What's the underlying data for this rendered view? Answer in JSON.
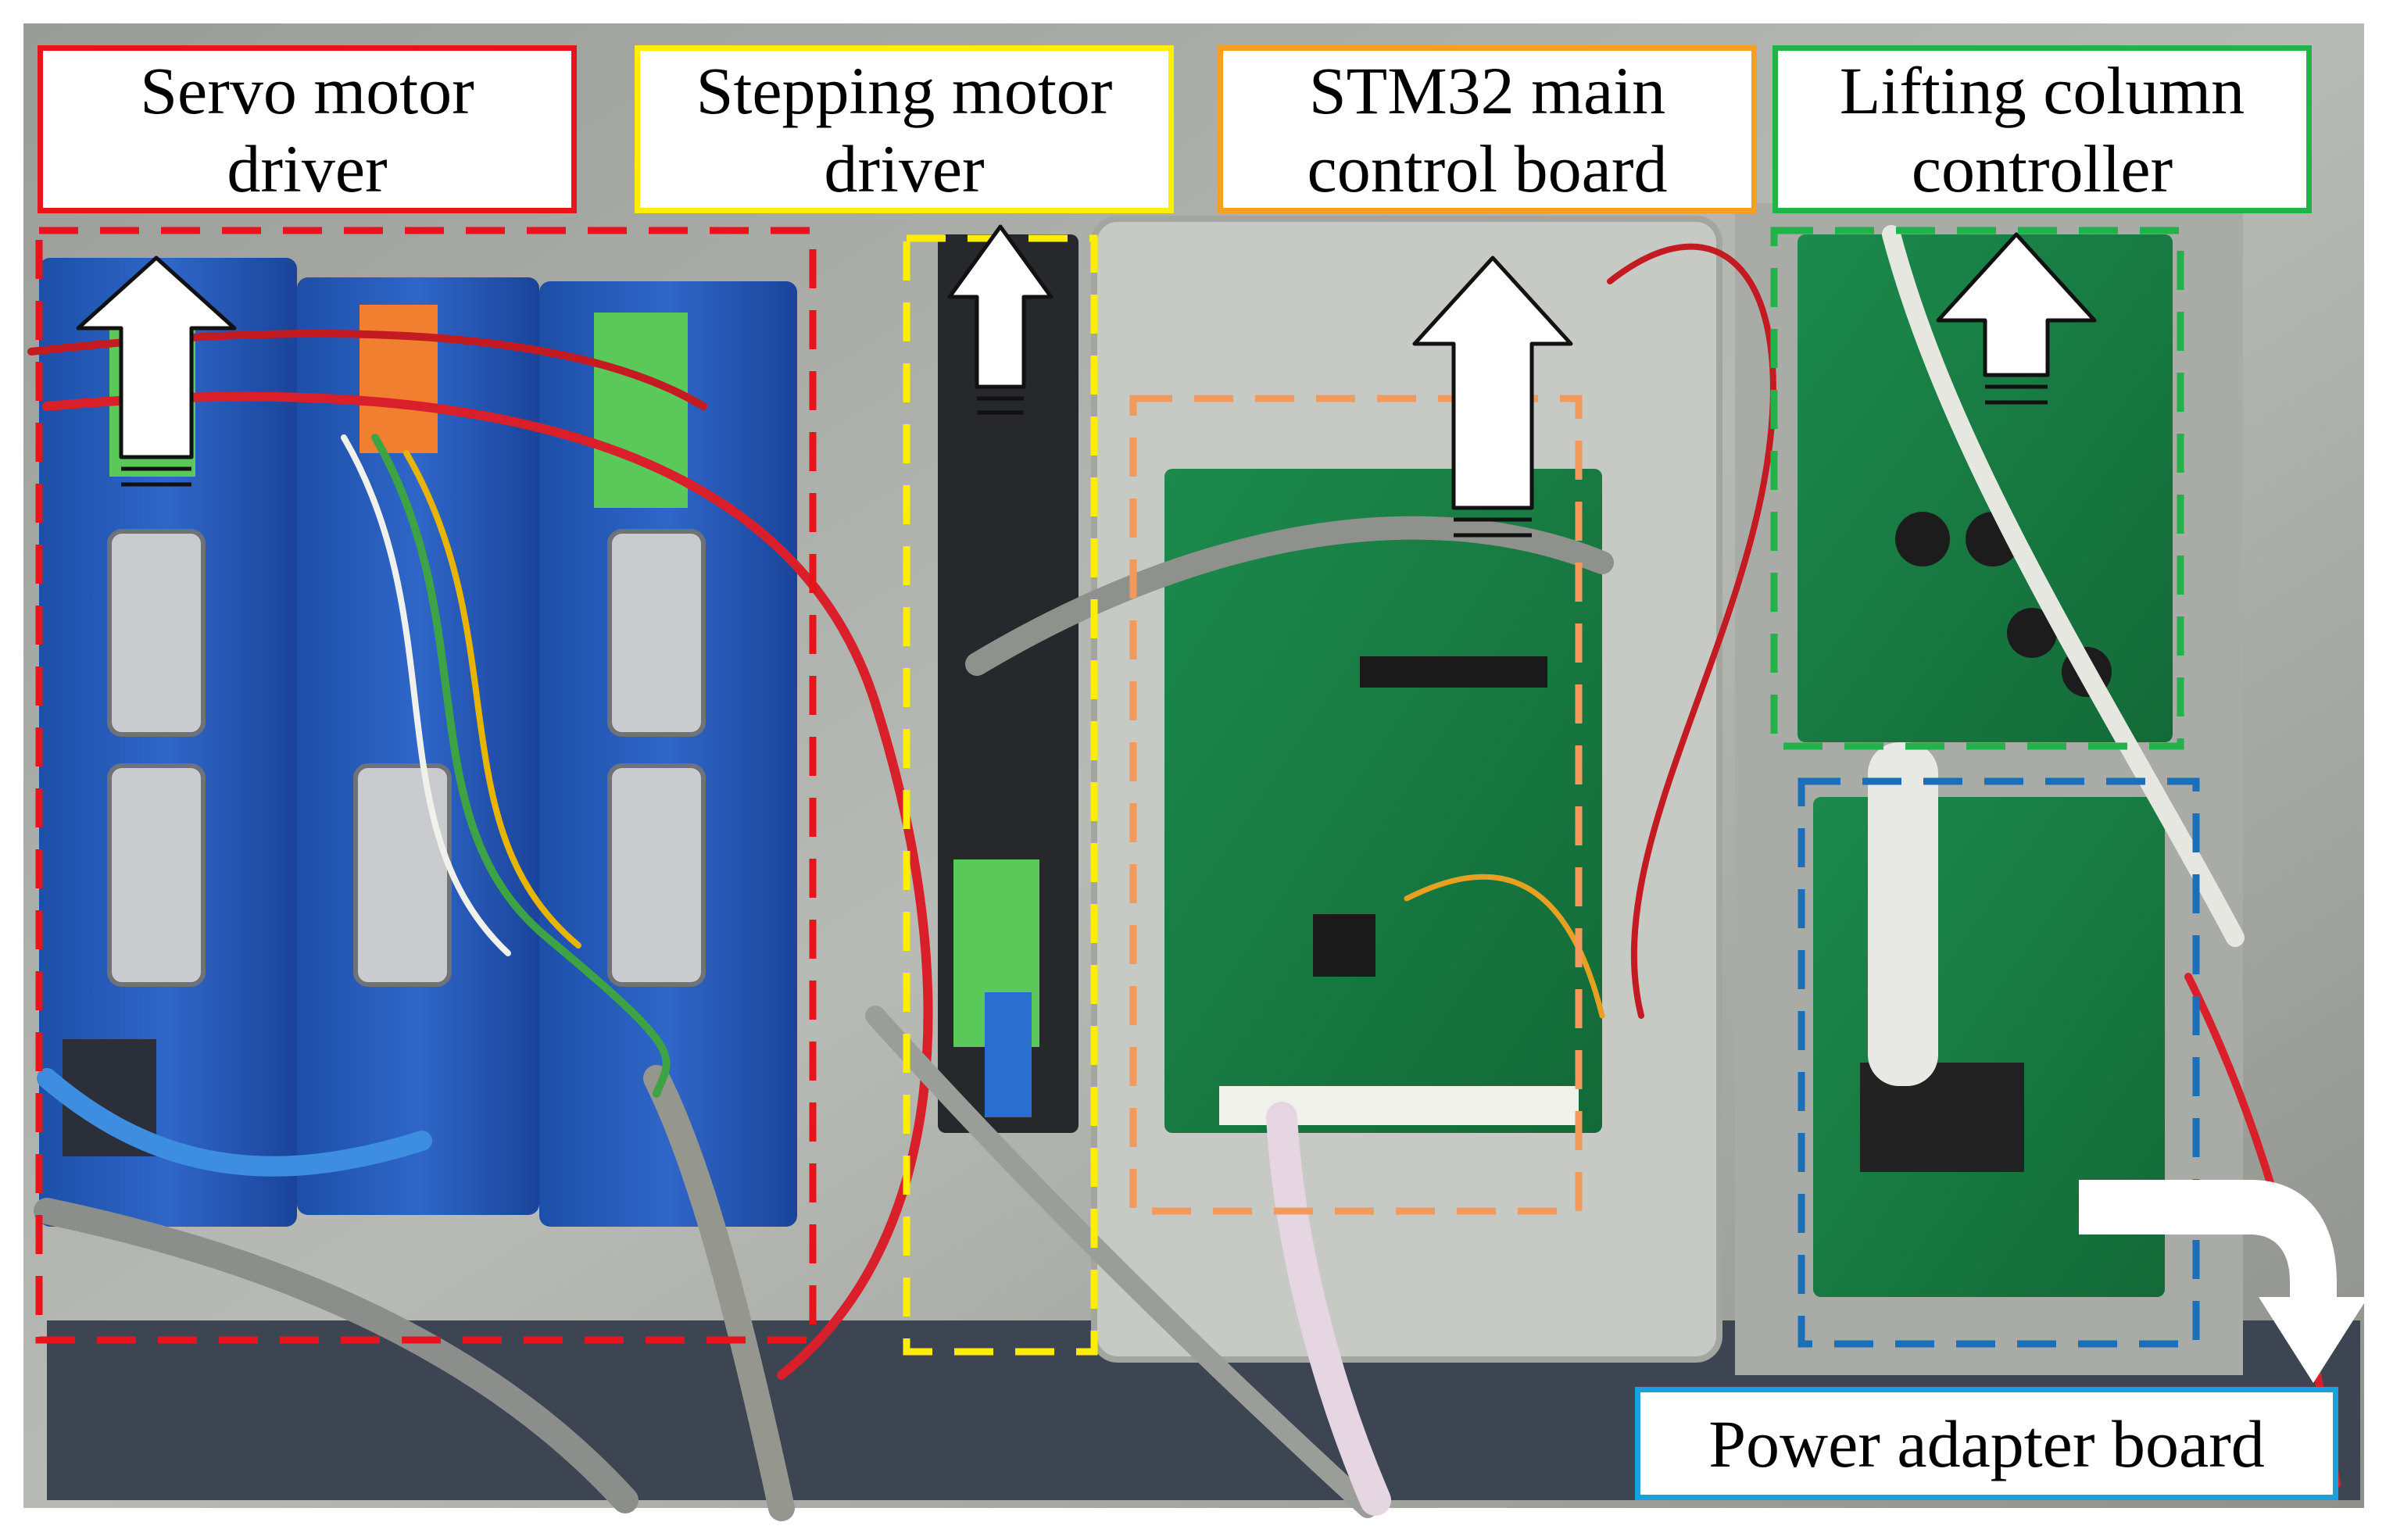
{
  "figure": {
    "labels": [
      {
        "id": "servo",
        "line1": "Servo motor",
        "line2": "driver",
        "color": "#e8141c"
      },
      {
        "id": "stepper",
        "line1": "Stepping motor",
        "line2": "driver",
        "color": "#ffee00"
      },
      {
        "id": "stm32",
        "line1": "STM32 main",
        "line2": "control board",
        "color": "#f5a01e"
      },
      {
        "id": "lifting",
        "line1": "Lifting column",
        "line2": "controller",
        "color": "#22b24a"
      },
      {
        "id": "power",
        "line1": "Power adapter board",
        "color": "#1aa0e0"
      }
    ],
    "regions": [
      {
        "name": "servo-motor-driver-region",
        "color": "#e8141c"
      },
      {
        "name": "stepping-motor-driver-region",
        "color": "#ffee00"
      },
      {
        "name": "stm32-control-board-region",
        "color": "#f29a5c"
      },
      {
        "name": "lifting-column-controller-region",
        "color": "#22b24a"
      },
      {
        "name": "power-adapter-board-region",
        "color": "#1a6fb8"
      }
    ]
  }
}
